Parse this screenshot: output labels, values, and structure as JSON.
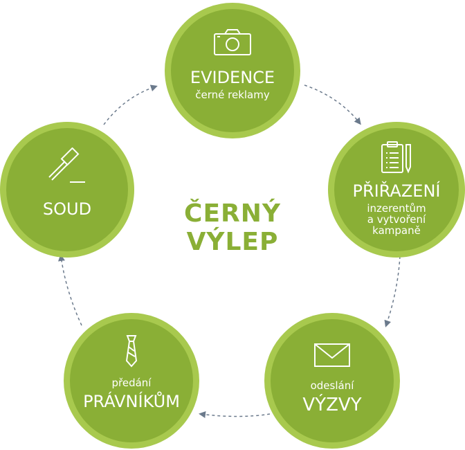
{
  "center": {
    "line1": "ČERNÝ",
    "line2": "VÝLEP"
  },
  "nodes": {
    "evidence": {
      "title": "EVIDENCE",
      "subtitle": "černé reklamy",
      "icon": "camera-icon"
    },
    "prirazeni": {
      "title": "PŘIŘAZENÍ",
      "subtitle1": "inzerentům",
      "subtitle2": "a vytvoření",
      "subtitle3": "kampaně",
      "icon": "clipboard-pencil-icon"
    },
    "vyzvy": {
      "pre": "odeslání",
      "title": "VÝZVY",
      "icon": "envelope-icon"
    },
    "pravnikum": {
      "pre": "předání",
      "title": "PRÁVNÍKŮM",
      "icon": "tie-icon"
    },
    "soud": {
      "title": "SOUD",
      "icon": "gavel-icon"
    }
  },
  "colors": {
    "fill": "#8aaf36",
    "ring": "#a8c94e",
    "arrow": "#6b7a8c",
    "text": "#ffffff"
  }
}
